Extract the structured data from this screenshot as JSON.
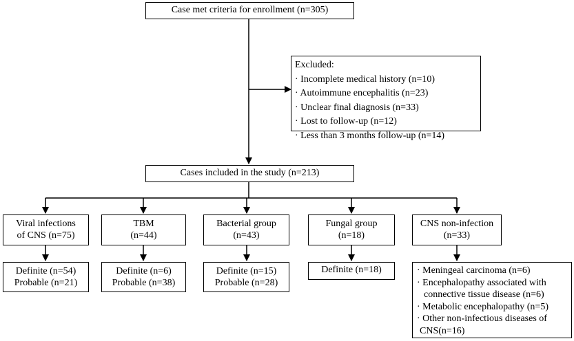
{
  "enrollment": {
    "text": "Case met criteria for enrollment (n=305)"
  },
  "excluded": {
    "title": "Excluded:",
    "items": [
      "· Incomplete medical history (n=10)",
      "· Autoimmune encephalitis (n=23)",
      "· Unclear final diagnosis (n=33)",
      "· Lost to follow-up (n=12)",
      "· Less than 3 months follow-up (n=14)"
    ]
  },
  "included": {
    "text": "Cases included in the study (n=213)"
  },
  "groups": [
    {
      "line1": "Viral infections",
      "line2": "of CNS (n=75)"
    },
    {
      "line1": "TBM",
      "line2": "(n=44)"
    },
    {
      "line1": "Bacterial group",
      "line2": "(n=43)"
    },
    {
      "line1": "Fungal group",
      "line2": "(n=18)"
    },
    {
      "line1": "CNS non-infection",
      "line2": "(n=33)"
    }
  ],
  "outcomes": [
    {
      "line1": "Definite (n=54)",
      "line2": "Probable (n=21)"
    },
    {
      "line1": "Definite (n=6)",
      "line2": "Probable (n=38)"
    },
    {
      "line1": "Definite (n=15)",
      "line2": "Probable (n=28)"
    },
    {
      "line1": "Definite (n=18)"
    }
  ],
  "non_infection_details": [
    "· Meningeal carcinoma (n=6)",
    "· Encephalopathy associated with",
    "connective tissue disease (n=6)",
    "· Metabolic encephalopathy (n=5)",
    "· Other non-infectious diseases of",
    "CNS(n=16)"
  ]
}
